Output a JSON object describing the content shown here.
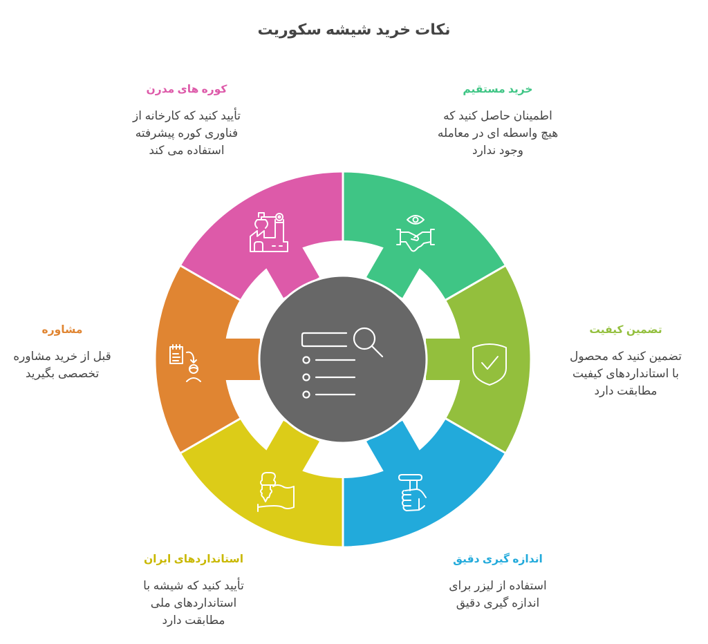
{
  "title": "نکات خرید شیشه سکوریت",
  "center": {
    "icon": "search-list-icon",
    "color": "#676767"
  },
  "items": [
    {
      "title": "خرید مستقیم",
      "description": [
        "اطمینان حاصل کنید که",
        "هیچ واسطه ای در معامله",
        "وجود ندارد"
      ],
      "color": "#3fc585",
      "icon": "handshake-eye-icon"
    },
    {
      "title": "تضمین کیفیت",
      "description": [
        "تضمین کنید که محصول",
        "با استانداردهای کیفیت",
        "مطابقت دارد"
      ],
      "color": "#93bf3d",
      "icon": "shield-check-icon"
    },
    {
      "title": "اندازه گیری دقیق",
      "description": [
        "استفاده از لیزر برای",
        "اندازه گیری دقیق"
      ],
      "color": "#22aadb",
      "icon": "hand-tool-icon"
    },
    {
      "title": "استانداردهای ایران",
      "description": [
        "تأیید کنید که شیشه با",
        "استانداردهای ملی",
        "مطابقت دارد"
      ],
      "color": "#dccc18",
      "icon": "hand-flag-icon"
    },
    {
      "title": "مشاوره",
      "description": [
        "قبل از خرید مشاوره",
        "تخصصی بگیرید"
      ],
      "color": "#e08532",
      "icon": "notepad-person-icon"
    },
    {
      "title": "کوره های مدرن",
      "description": [
        "تأیید کنید که کارخانه از",
        "فناوری کوره پیشرفته",
        "استفاده می کند"
      ],
      "color": "#dd5aa9",
      "icon": "factory-robot-icon"
    }
  ]
}
